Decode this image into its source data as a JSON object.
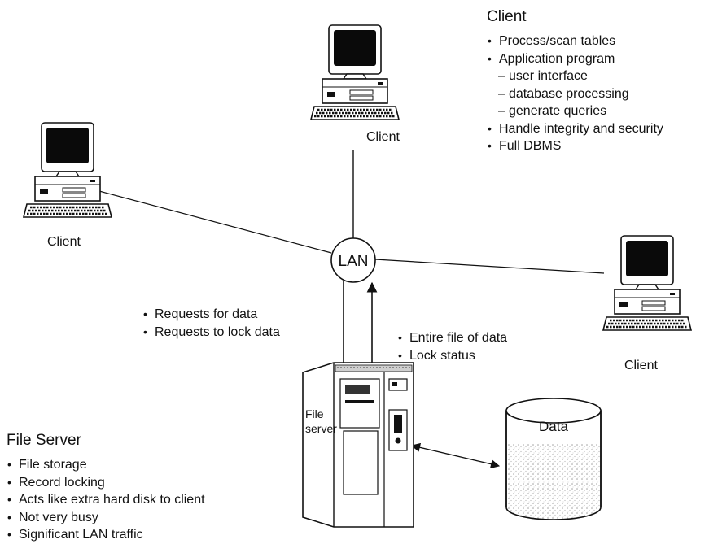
{
  "client_info": {
    "heading": "Client",
    "items": [
      {
        "text": "Process/scan tables",
        "level": 1
      },
      {
        "text": "Application program",
        "level": 1
      },
      {
        "text": "user interface",
        "level": 2
      },
      {
        "text": "database processing",
        "level": 2
      },
      {
        "text": "generate queries",
        "level": 2
      },
      {
        "text": "Handle integrity and security",
        "level": 1
      },
      {
        "text": "Full DBMS",
        "level": 1
      }
    ]
  },
  "nodes": {
    "client_top": "Client",
    "client_left": "Client",
    "client_right": "Client",
    "lan": "LAN",
    "file_server_line1": "File",
    "file_server_line2": "server",
    "data_store": "Data"
  },
  "request_notes": [
    "Requests for data",
    "Requests to lock data"
  ],
  "response_notes": [
    "Entire file of data",
    "Lock status"
  ],
  "file_server_info": {
    "heading": "File Server",
    "items": [
      "File storage",
      "Record locking",
      "Acts like extra hard disk to client",
      "Not very busy",
      "Significant LAN traffic"
    ]
  }
}
